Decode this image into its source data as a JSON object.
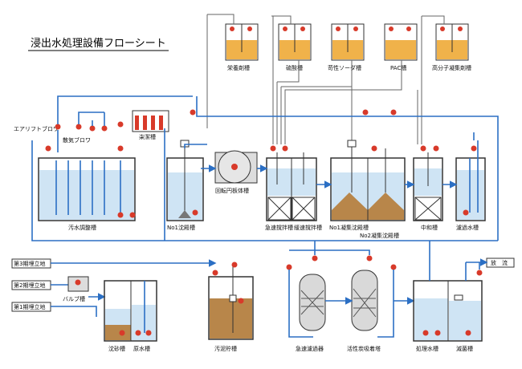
{
  "title": "浸出水処理設備フローシート",
  "chemical_tanks": [
    "栄養剤槽",
    "硫酸槽",
    "苛性ソーダ槽",
    "PAC槽",
    "高分子凝集剤槽"
  ],
  "labels": {
    "air_lift_blower": "エアリフトブロワ",
    "aeration_blower": "散気ブロワ",
    "lime_tank": "㭍潔槽",
    "rotary_disc": "回転円板体槽",
    "raw_water_tank": "汚水調整槽",
    "no1_settling": "No1沈殿槽",
    "rapid_mix": "急速撹拌槽",
    "slow_mix": "緩速撹拌槽",
    "no1_coag_settling": "No1凝集沈殿槽",
    "no2_coag_settling": "No2凝集沈殿槽",
    "neutralization": "中和槽",
    "filtration_water": "濾過水槽",
    "landfill_3": "第3期埋立地",
    "landfill_2": "第2期埋立地",
    "landfill_1": "第1期埋立地",
    "valve_tank": "バルブ槽",
    "grit_tank": "沈砂槽",
    "raw_water_2": "原水槽",
    "sludge_storage": "汚泥貯槽",
    "rapid_filter": "急速濾過器",
    "activated_carbon": "活性炭吸着塔",
    "treated_water": "処理水槽",
    "sterilization": "滅菌槽",
    "discharge": "放　流"
  },
  "colors": {
    "pipe_blue": "#2b6fc4",
    "pipe_dark": "#555555",
    "water": "#cfe4f4",
    "sludge": "#b8864a",
    "chem_fill": "#f0b24a",
    "pump_red": "#d83a2a",
    "drum": "#d9d9d9"
  }
}
